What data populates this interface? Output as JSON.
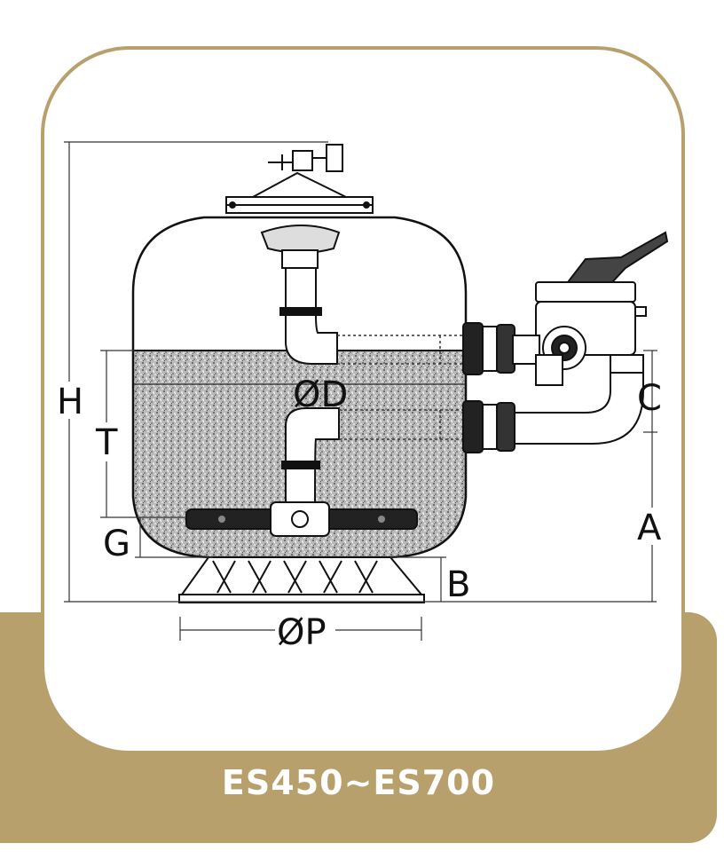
{
  "model_label": "ES450~ES700",
  "dimension_labels": {
    "H": "H",
    "T": "T",
    "G": "G",
    "D": "ØD",
    "C": "C",
    "A": "A",
    "B": "B",
    "P": "ØP"
  },
  "colors": {
    "accent": "#b8a06c",
    "line": "#111111",
    "background": "#ffffff"
  }
}
